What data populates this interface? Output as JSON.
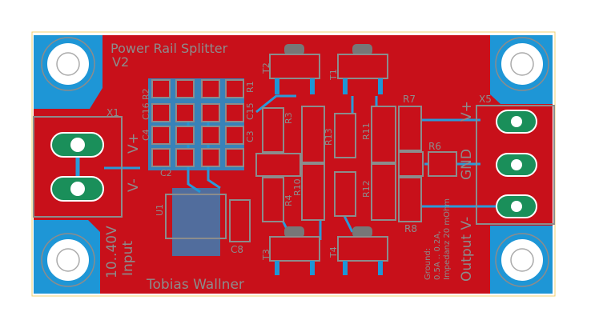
{
  "board": {
    "title": "Power Rail Splitter",
    "version": "V2",
    "author": "Tobias Wallner",
    "colors": {
      "copper": "#c8101a",
      "copper_bottom": "#1e96d6",
      "silkscreen": "#8c8c8c",
      "outline": "#f0d070",
      "pad": "#1a8f5a"
    }
  },
  "input": {
    "ref": "X1",
    "pin1": "V+",
    "pin2": "V-",
    "range": "10..40V",
    "label": "Input"
  },
  "output": {
    "ref": "X5",
    "pin1": "V+",
    "pin2": "GND",
    "pin3": "Output V-",
    "note1": "Ground:",
    "note2": "0.5A .. 0.2A,",
    "note3": "Impedanz 20 mOhm"
  },
  "components": {
    "T1": "T1",
    "T2": "T2",
    "T3": "T3",
    "T4": "T4",
    "R1": "R1",
    "R2": "R2",
    "R3": "R3",
    "R4": "R4",
    "R6": "R6",
    "R7": "R7",
    "R8": "R8",
    "R10": "R10",
    "R11": "R11",
    "R12": "R12",
    "R13": "R13",
    "C2": "C2",
    "C3": "C3",
    "C4": "C4",
    "C8": "C8",
    "C15": "C15",
    "C16": "C16",
    "U1": "U1"
  }
}
